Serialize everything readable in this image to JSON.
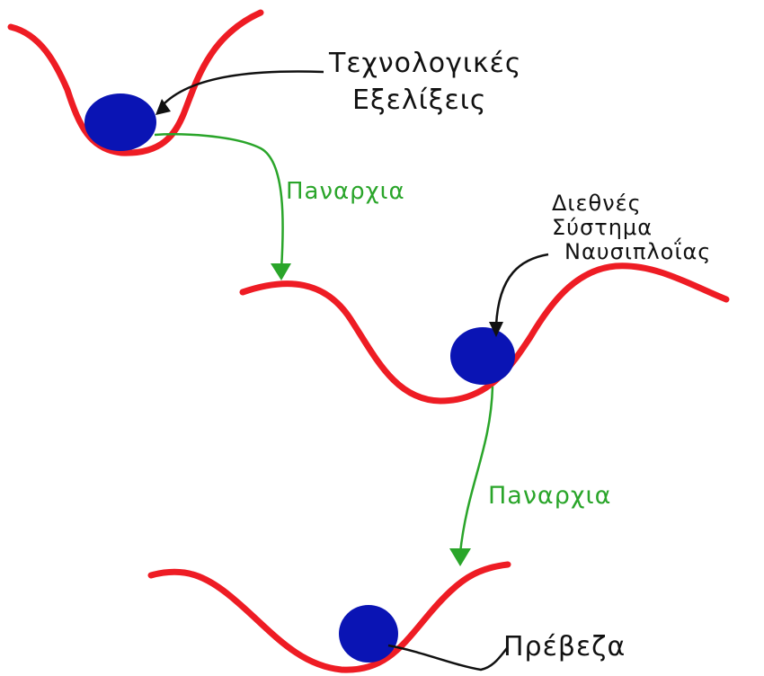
{
  "labels": {
    "tech_line1": "Τεχνολογικές",
    "tech_line2": "Εξελίξεις",
    "panarchy_1": "Πaναρχια",
    "imo_line1": "Διεθνές",
    "imo_line2": "Σύστημα",
    "imo_line3": "Ναυσιπλοΐας",
    "panarchy_2": "Πaναρχια",
    "preveza": "Πρέβεζα"
  },
  "colors": {
    "curve": "#ee1c24",
    "ball": "#0a14b4",
    "arrow_green": "#2aa52a",
    "ink": "#111111"
  }
}
